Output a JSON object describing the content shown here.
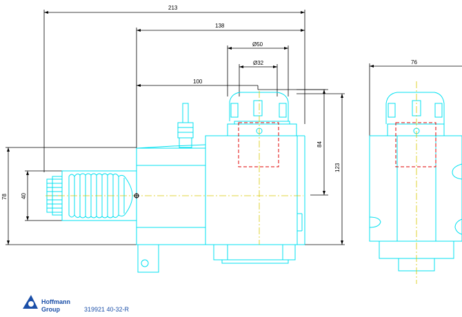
{
  "colors": {
    "outline": "#00e0f0",
    "dimension": "#000000",
    "centerline": "#d8c800",
    "hidden": "#e00000",
    "logo": "#1b4fa8"
  },
  "dimensions": {
    "d213": "213",
    "d138": "138",
    "d50": "Ø50",
    "d32": "Ø32",
    "d100": "100",
    "d76": "76",
    "d84": "84",
    "d123": "123",
    "d78": "78",
    "d40": "40"
  },
  "logo": {
    "icon": "hoffmann-group-logo-icon",
    "line1": "Hoffmann",
    "line2": "Group"
  },
  "part_number": "319921 40-32-R"
}
